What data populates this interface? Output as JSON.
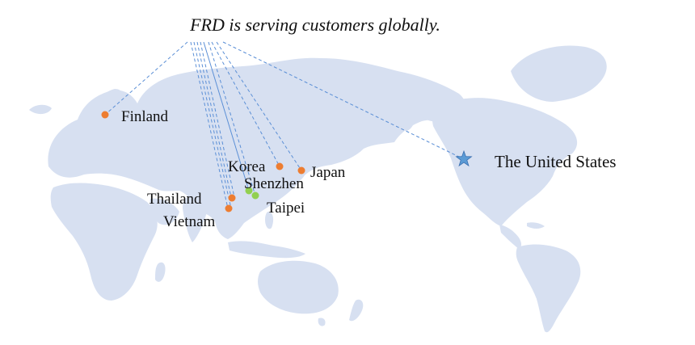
{
  "title": "FRD is serving customers globally.",
  "colors": {
    "land": "#d7e0f1",
    "connector": "#5b8fd6",
    "office_marker": "#ed7d31",
    "china_marker": "#92d050",
    "hq_star": "#5b9bd5"
  },
  "locations": [
    {
      "id": "finland",
      "label": "Finland",
      "marker": "dot",
      "color": "#ed7d31"
    },
    {
      "id": "korea",
      "label": "Korea",
      "marker": "dot",
      "color": "#ed7d31"
    },
    {
      "id": "japan",
      "label": "Japan",
      "marker": "dot",
      "color": "#ed7d31"
    },
    {
      "id": "shenzhen",
      "label": "Shenzhen",
      "marker": "dot",
      "color": "#92d050"
    },
    {
      "id": "taipei",
      "label": "Taipei",
      "marker": "dot",
      "color": "#92d050"
    },
    {
      "id": "thailand",
      "label": "Thailand",
      "marker": "dot",
      "color": "#ed7d31"
    },
    {
      "id": "vietnam",
      "label": "Vietnam",
      "marker": "dot",
      "color": "#ed7d31"
    },
    {
      "id": "usa",
      "label": "The United States",
      "marker": "star",
      "color": "#5b9bd5"
    }
  ]
}
